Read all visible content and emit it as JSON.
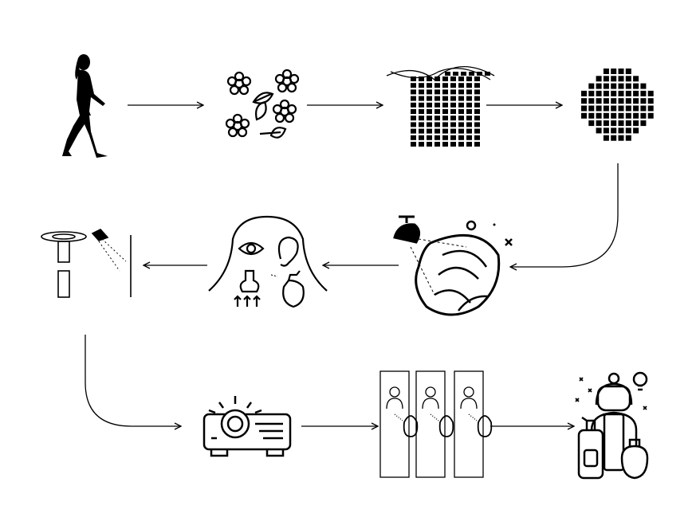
{
  "diagram": {
    "nodes": [
      {
        "id": "woman-walking",
        "icon": "woman-walking-icon"
      },
      {
        "id": "flowers",
        "icon": "flowers-icon"
      },
      {
        "id": "pixelated-grid-wave",
        "icon": "grid-wave-icon"
      },
      {
        "id": "pixel-circle",
        "icon": "pixel-circle-icon"
      },
      {
        "id": "spotlight-texture",
        "icon": "spotlight-texture-icon"
      },
      {
        "id": "senses-head",
        "icon": "senses-icon"
      },
      {
        "id": "booth-installation",
        "icon": "booth-icon"
      },
      {
        "id": "projector",
        "icon": "projector-icon"
      },
      {
        "id": "perfume-panels",
        "icon": "perfume-panels-icon"
      },
      {
        "id": "person-products",
        "icon": "person-products-icon"
      }
    ],
    "colors": {
      "stroke": "#000000",
      "background": "#ffffff"
    }
  }
}
